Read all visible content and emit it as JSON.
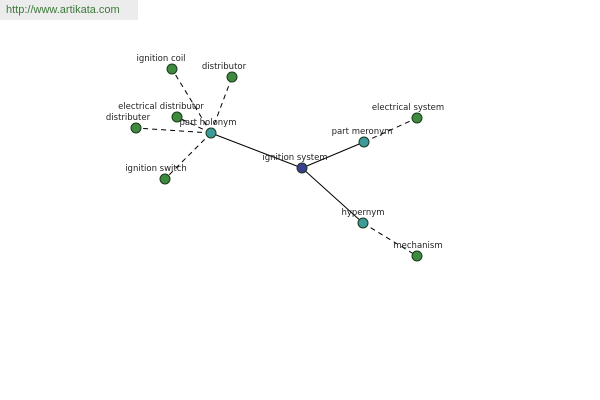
{
  "header": {
    "url": "http://www.artikata.com"
  },
  "colors": {
    "center": "#3a3f8f",
    "relation": "#3e9a9a",
    "leaf": "#3e8a3e"
  },
  "graph": {
    "nodes": [
      {
        "id": "ignition_system",
        "label": "ignition system",
        "kind": "center"
      },
      {
        "id": "part_holonym",
        "label": "part holonym",
        "kind": "relation"
      },
      {
        "id": "part_meronym",
        "label": "part meronym",
        "kind": "relation"
      },
      {
        "id": "hypernym",
        "label": "hypernym",
        "kind": "relation"
      },
      {
        "id": "ignition_coil",
        "label": "ignition coil",
        "kind": "leaf"
      },
      {
        "id": "distributor",
        "label": "distributor",
        "kind": "leaf"
      },
      {
        "id": "electrical_distributor",
        "label": "electrical distributor",
        "kind": "leaf"
      },
      {
        "id": "distributer",
        "label": "distributer",
        "kind": "leaf"
      },
      {
        "id": "ignition_switch",
        "label": "ignition switch",
        "kind": "leaf"
      },
      {
        "id": "electrical_system",
        "label": "electrical system",
        "kind": "leaf"
      },
      {
        "id": "mechanism",
        "label": "mechanism",
        "kind": "leaf"
      }
    ],
    "edges": [
      {
        "from": "ignition_system",
        "to": "part_holonym",
        "style": "solid"
      },
      {
        "from": "ignition_system",
        "to": "part_meronym",
        "style": "solid"
      },
      {
        "from": "ignition_system",
        "to": "hypernym",
        "style": "solid"
      },
      {
        "from": "part_holonym",
        "to": "ignition_coil",
        "style": "dashed"
      },
      {
        "from": "part_holonym",
        "to": "distributor",
        "style": "dashed"
      },
      {
        "from": "part_holonym",
        "to": "electrical_distributor",
        "style": "dashed"
      },
      {
        "from": "part_holonym",
        "to": "distributer",
        "style": "dashed"
      },
      {
        "from": "part_holonym",
        "to": "ignition_switch",
        "style": "dashed"
      },
      {
        "from": "part_meronym",
        "to": "electrical_system",
        "style": "dashed"
      },
      {
        "from": "hypernym",
        "to": "mechanism",
        "style": "dashed"
      }
    ]
  }
}
